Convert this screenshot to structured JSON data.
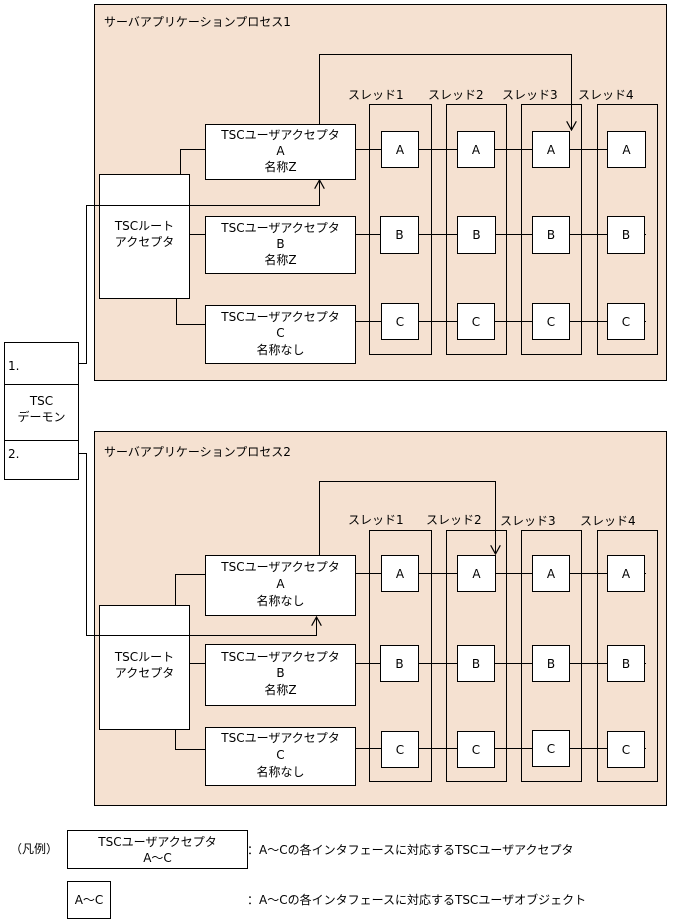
{
  "processes": [
    {
      "title": "サーバアプリケーションプロセス1",
      "root_acceptor": [
        "TSCルート",
        "アクセプタ"
      ],
      "acceptors": [
        {
          "line1": "TSCユーザアクセプタ",
          "line2": "A",
          "line3": "名称Z"
        },
        {
          "line1": "TSCユーザアクセプタ",
          "line2": "B",
          "line3": "名称Z"
        },
        {
          "line1": "TSCユーザアクセプタ",
          "line2": "C",
          "line3": "名称なし"
        }
      ],
      "threads": [
        "スレッド1",
        "スレッド2",
        "スレッド3",
        "スレッド4"
      ],
      "objects": [
        "A",
        "B",
        "C"
      ]
    },
    {
      "title": "サーバアプリケーションプロセス2",
      "root_acceptor": [
        "TSCルート",
        "アクセプタ"
      ],
      "acceptors": [
        {
          "line1": "TSCユーザアクセプタ",
          "line2": "A",
          "line3": "名称なし"
        },
        {
          "line1": "TSCユーザアクセプタ",
          "line2": "B",
          "line3": "名称Z"
        },
        {
          "line1": "TSCユーザアクセプタ",
          "line2": "C",
          "line3": "名称なし"
        }
      ],
      "threads": [
        "スレッド1",
        "スレッド2",
        "スレッド3",
        "スレッド4"
      ],
      "objects": [
        "A",
        "B",
        "C"
      ]
    }
  ],
  "daemon": {
    "label_line1": "TSC",
    "label_line2": "デーモン",
    "step1": "1.",
    "step2": "2."
  },
  "legend": {
    "title": "（凡例）",
    "acceptor_box_line1": "TSCユーザアクセプタ",
    "acceptor_box_line2": "A〜C",
    "acceptor_desc": "：A〜Cの各インタフェースに対応するTSCユーザアクセプタ",
    "object_box": "A〜C",
    "object_desc": "：A〜Cの各インタフェースに対応するTSCユーザオブジェクト"
  },
  "colors": {
    "process_fill": "#f5e1d1",
    "line": "#000000",
    "box_fill": "#ffffff"
  }
}
